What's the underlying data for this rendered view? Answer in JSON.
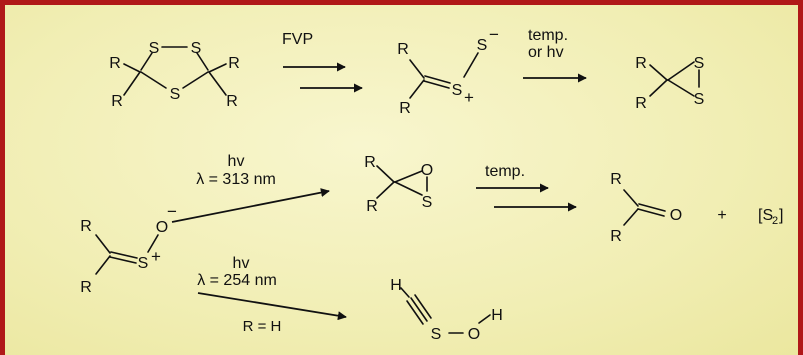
{
  "labels": {
    "R": "R",
    "S": "S",
    "O": "O",
    "H": "H",
    "plus_charge": "+",
    "minus_charge": "−",
    "plus_sign": "+",
    "fvp": "FVP",
    "temp_dot": "temp.",
    "or_hv": "or hv",
    "hv": "hv",
    "lambda_313": "λ = 313 nm",
    "lambda_254": "λ = 254 nm",
    "r_eq_h": "R = H",
    "s2_open": "[S",
    "s2_sub": "2",
    "s2_close": "]"
  }
}
